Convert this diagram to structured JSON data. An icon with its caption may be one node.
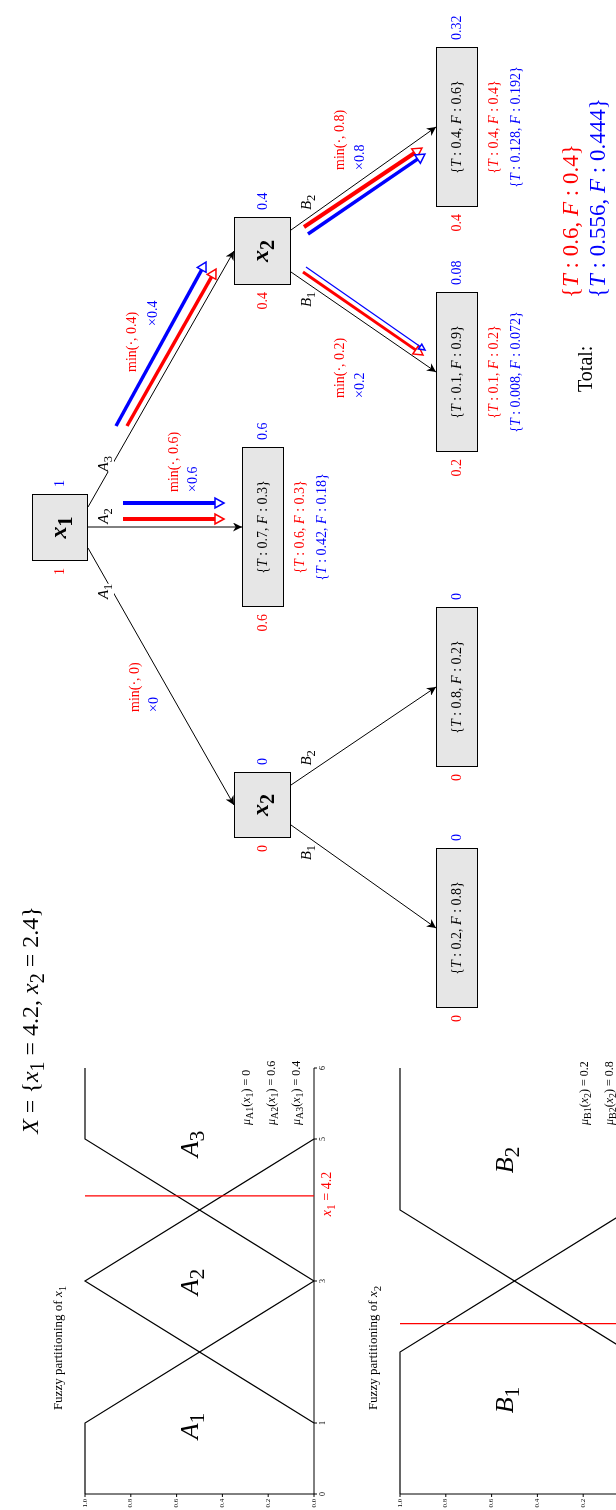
{
  "diagram": {
    "title": "*X* = {*x*$_{1}$ = 4.2, *x*$_{2}$ = 2.4}",
    "nodes": [
      {
        "text": [
          "*x*$_{1}$"
        ],
        "beside": [
          "1",
          "1"
        ]
      },
      {
        "text": [
          "*x*$_{2}$"
        ],
        "beside": [
          "0",
          "0"
        ]
      },
      {
        "text": [
          "{*T* : 0.7, *F* : 0.3}"
        ],
        "beside": [
          "0.6",
          "0.6",
          "{*T* : 0.6, *F* : 0.3}",
          "{*T* : 0.42, *F* : 0.18}"
        ]
      },
      {
        "text": [
          "*x*$_{2}$"
        ],
        "beside": [
          "0.4",
          "0.4"
        ]
      },
      {
        "text": [
          "{*T* : 0.2, *F* : 0.8}"
        ],
        "beside": [
          "0",
          "0"
        ]
      },
      {
        "text": [
          "{*T* : 0.8, *F* : 0.2}"
        ],
        "beside": [
          "0",
          "0"
        ]
      },
      {
        "text": [
          "{*T* : 0.1, *F* : 0.9}"
        ],
        "beside": [
          "0.2",
          "0.08",
          "{*T* : 0.1, *F* : 0.2}",
          "{*T* : 0.008, *F* : 0.072}"
        ]
      },
      {
        "text": [
          "{*T* : 0.4, *F* : 0.6}"
        ],
        "beside": [
          "0.4",
          "0.32",
          "{*T* : 0.4, *F* : 0.4}",
          "{*T* : 0.128, *F* : 0.192}"
        ]
      }
    ],
    "edges": [
      {
        "from": 0,
        "to": 1,
        "arrow": "to",
        "label": "*A*$_{1}$"
      },
      {
        "from": 0,
        "to": 2,
        "arrow": "to",
        "label": "*A*$_{2}$"
      },
      {
        "from": 0,
        "to": 3,
        "arrow": "to",
        "label": "*A*$_{3}$"
      },
      {
        "from": 1,
        "to": 4,
        "arrow": "to",
        "label": "*B*$_{1}$"
      },
      {
        "from": 1,
        "to": 5,
        "arrow": "to",
        "label": "*B*$_{2}$"
      },
      {
        "from": 3,
        "to": 6,
        "arrow": "to",
        "label": "*B*$_{1}$"
      },
      {
        "from": 3,
        "to": 7,
        "arrow": "to",
        "label": "*B*$_{2}$"
      }
    ],
    "labels": [
      "Fuzzy partitioning of *x*$_{1}$",
      "Fuzzy partitioning of *x*$_{2}$",
      "*A*$_{1}$",
      "*A*$_{2}$",
      "*A*$_{3}$",
      "*x*$_{1}$ = 4.2",
      "*μ*$_{A1}$(*x*$_{1}$) = 0",
      "*μ*$_{A2}$(*x*$_{1}$) = 0.6",
      "*μ*$_{A3}$(*x*$_{1}$) = 0.4",
      "*B*$_{1}$",
      "*B*$_{2}$",
      "*μ*$_{B1}$(*x*$_{2}$) = 0.2",
      "*μ*$_{B2}$(*x*$_{2}$) = 0.8",
      "0",
      "1",
      "3",
      "5",
      "6",
      "1.0",
      "0.8",
      "0.6",
      "0.4",
      "0.2",
      "0.0",
      "1.0",
      "0.8",
      "0.6",
      "0.4",
      "0.2",
      "min(·, 0)",
      "×0",
      "min(·, 0.6)",
      "×0.6",
      "min(·, 0.4)",
      "×0.4",
      "min(·, 0.2)",
      "×0.2",
      "min(·, 0.8)",
      "×0.8",
      "Total:",
      "{*T* : 0.6, *F* : 0.4}",
      "{*T* : 0.556, *F* : 0.444}"
    ]
  }
}
